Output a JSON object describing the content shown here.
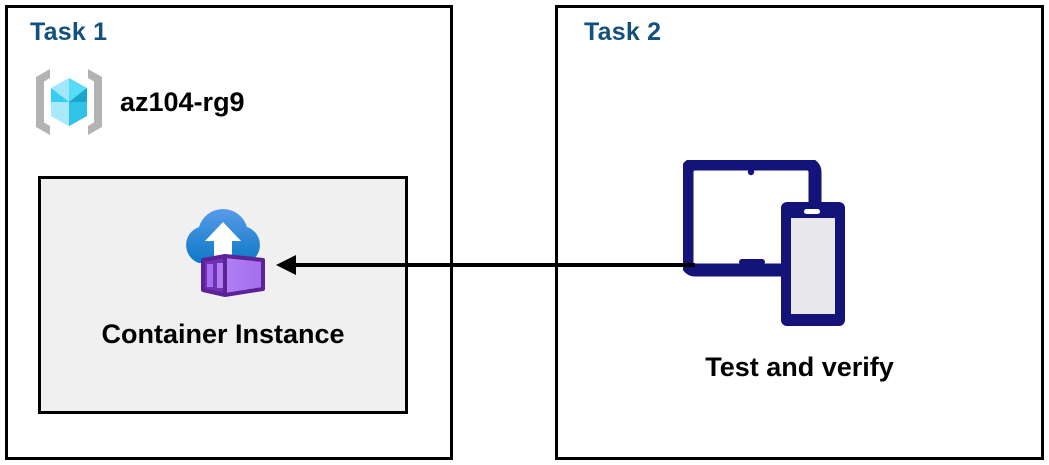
{
  "diagram": {
    "title": "Azure Container Instance task diagram",
    "background": "#ffffff",
    "colors": {
      "task_label": "#12507e",
      "box_border": "#000000",
      "panel_fill": "#f0f0f0",
      "devices_navy": "#14137a",
      "arrow": "#000000",
      "cube_light": "#9fe8fb",
      "cube_mid": "#36cdf2",
      "cube_dark": "#1aa6cc",
      "bracket_gray": "#b3b3b3",
      "cloud_top": "#4f9fe8",
      "cloud_bottom": "#0f7cc8",
      "container_light": "#b07ef0",
      "container_dark": "#6327a8"
    }
  },
  "task1": {
    "label": "Task 1",
    "resource_group": {
      "icon": "azure-resource-group-icon",
      "name": "az104-rg9"
    },
    "container_panel": {
      "icon": "azure-container-instance-icon",
      "label": "Container Instance"
    }
  },
  "task2": {
    "label": "Task 2",
    "devices": {
      "icon": "devices-tablet-phone-icon",
      "label": "Test and verify"
    }
  },
  "connector": {
    "name": "arrow-task2-to-container-instance",
    "direction": "right-to-left",
    "head": "arrow-left-icon"
  }
}
